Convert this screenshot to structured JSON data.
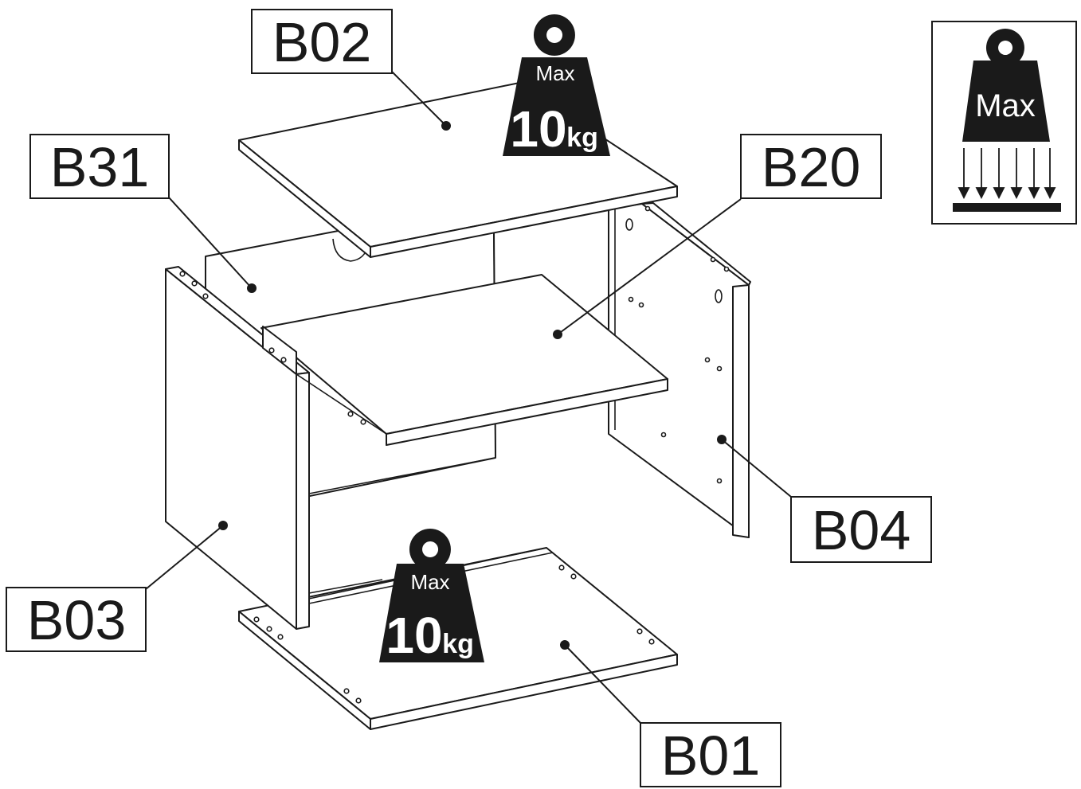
{
  "parts": [
    {
      "id": "B02"
    },
    {
      "id": "B31"
    },
    {
      "id": "B20"
    },
    {
      "id": "B04"
    },
    {
      "id": "B03"
    },
    {
      "id": "B01"
    }
  ],
  "weight_limits": [
    {
      "applies_to": "B02",
      "label": "Max",
      "value": "10",
      "unit": "kg"
    },
    {
      "applies_to": "B01",
      "label": "Max",
      "value": "10",
      "unit": "kg"
    }
  ],
  "legend": {
    "label": "Max",
    "icon": "weight-load-distributed-icon"
  },
  "colors": {
    "ink": "#1a1a1a",
    "paper": "#ffffff"
  }
}
